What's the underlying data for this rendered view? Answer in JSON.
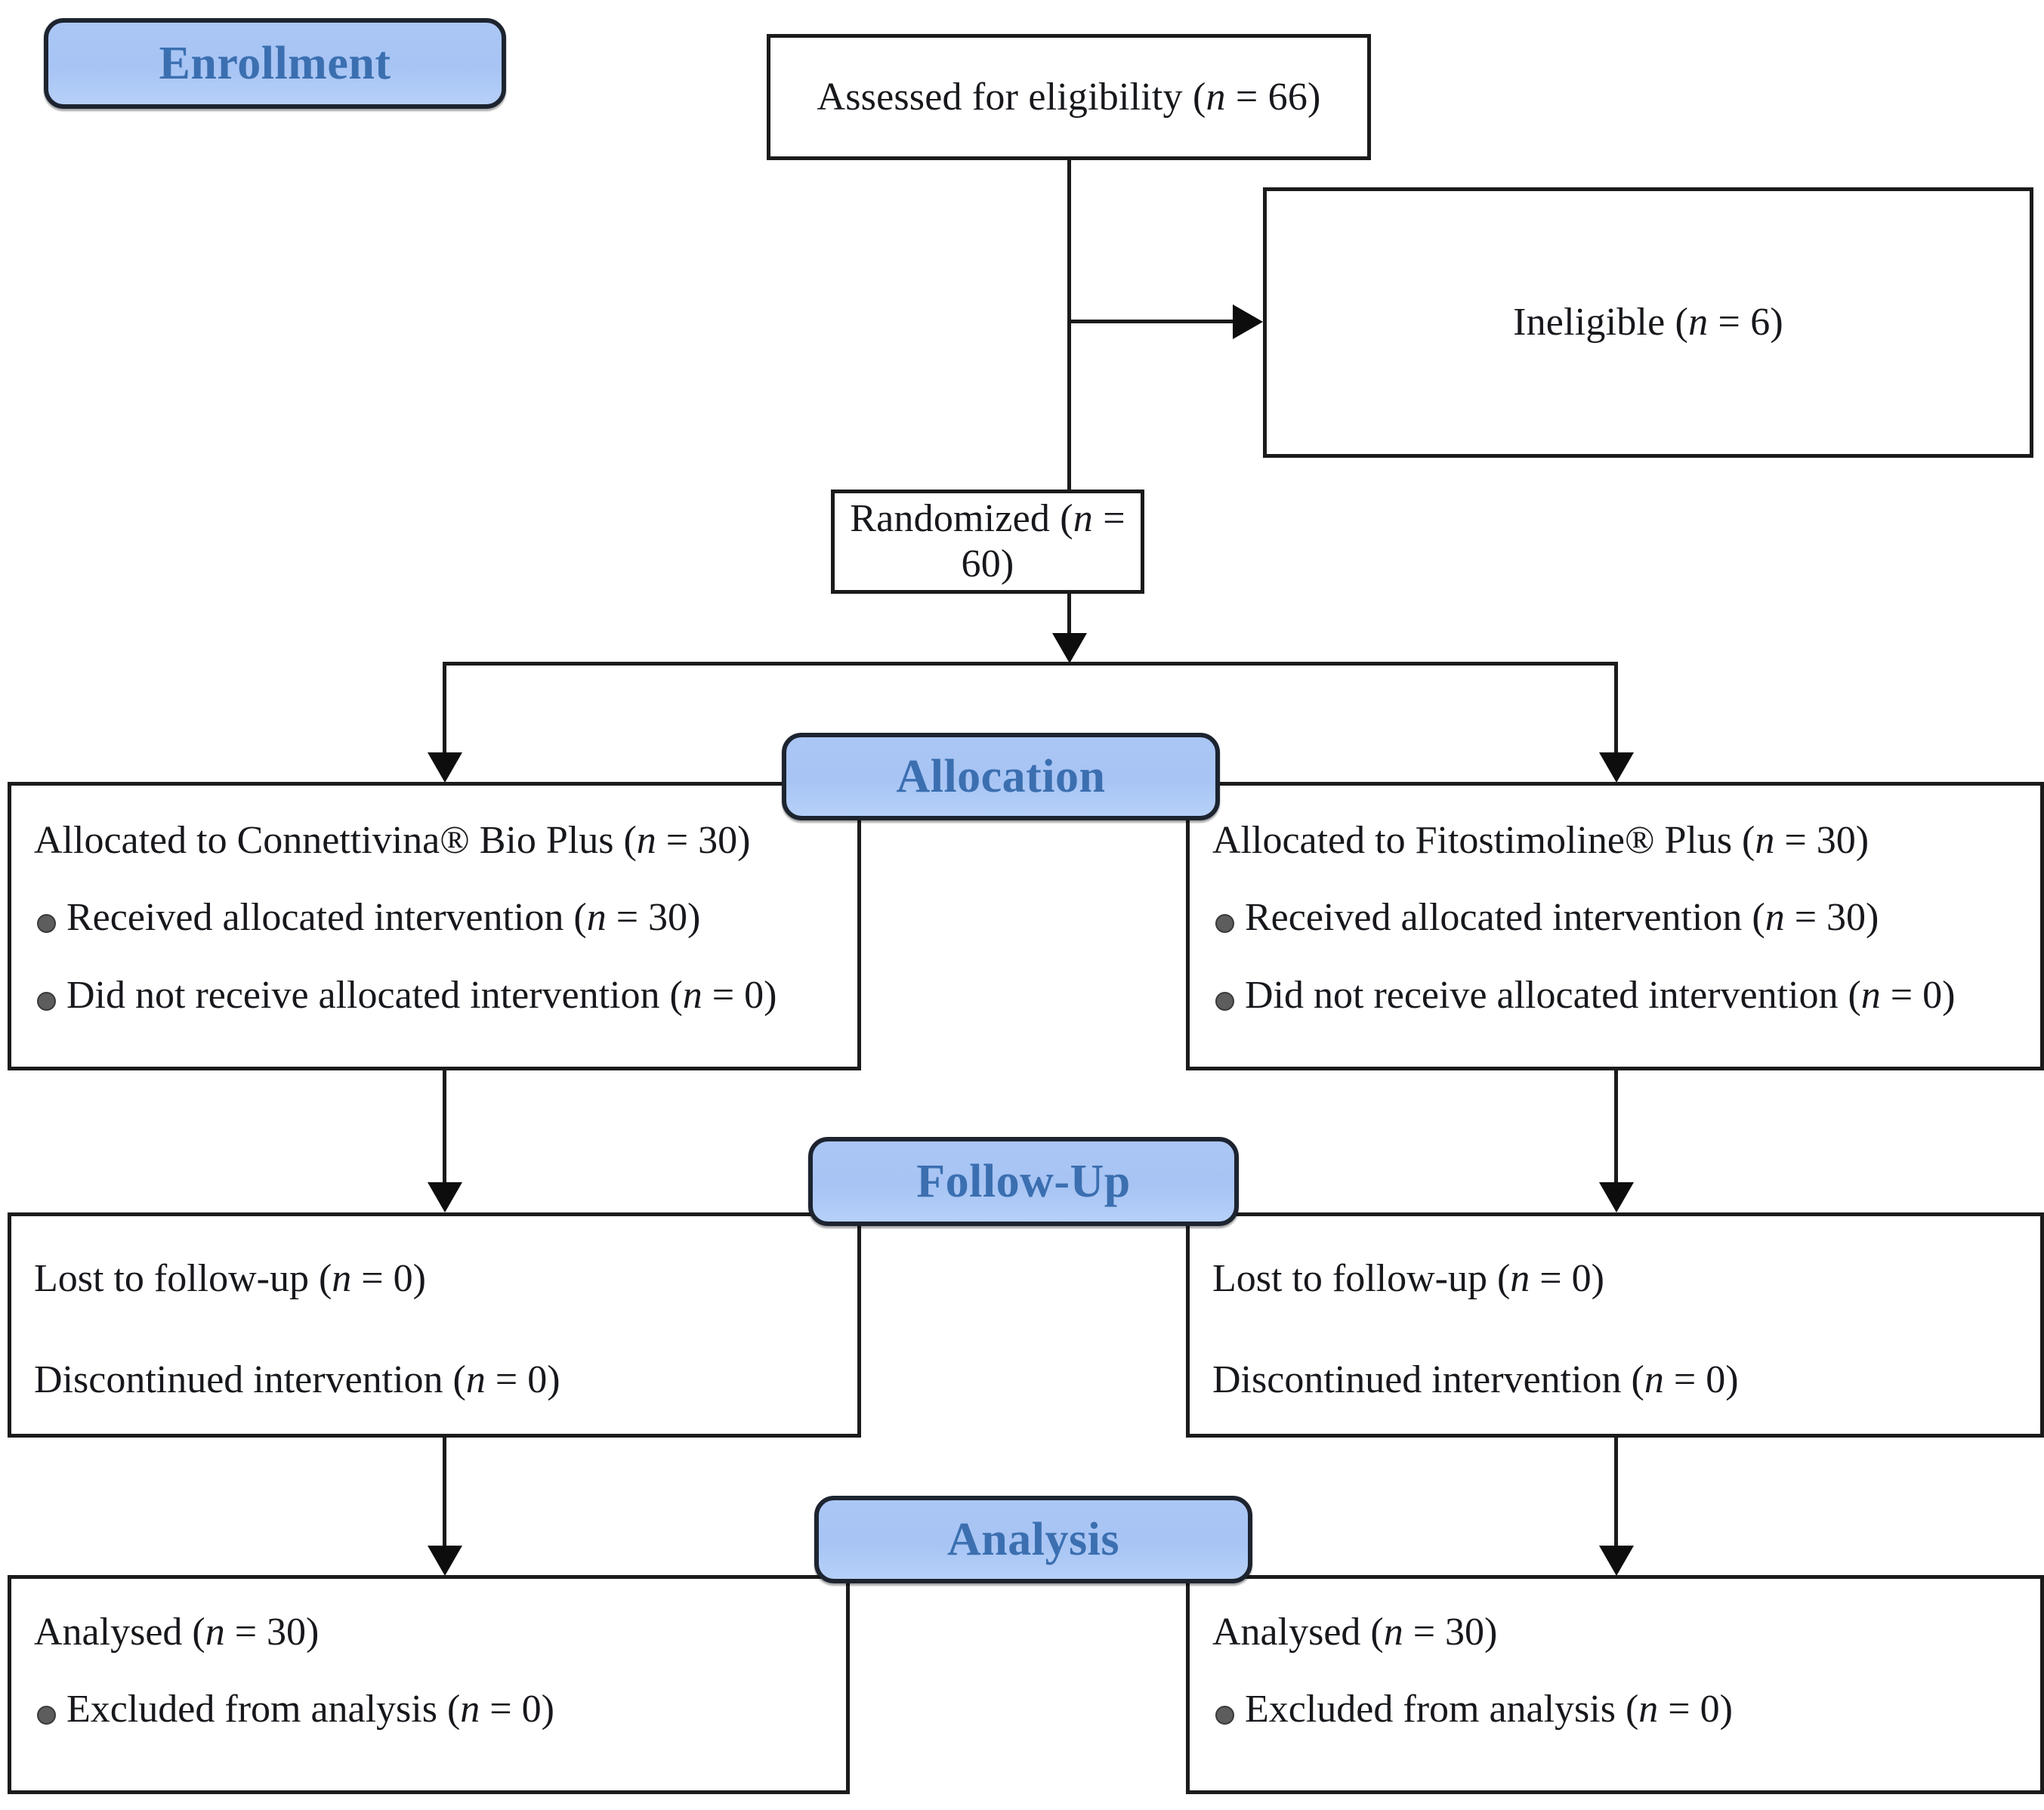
{
  "diagram": {
    "type": "CONSORT participant flow diagram",
    "stages": [
      {
        "id": "enrollment",
        "label": "Enrollment"
      },
      {
        "id": "allocation",
        "label": "Allocation"
      },
      {
        "id": "followup",
        "label": "Follow-Up"
      },
      {
        "id": "analysis",
        "label": "Analysis"
      }
    ],
    "colors": {
      "badge_fill": "#a9c5f4",
      "badge_border": "#1d2430",
      "badge_text": "#3b6fb0",
      "box_border": "#1b1b1b",
      "box_fill": "#ffffff",
      "text": "#16181c",
      "bullet": "#5d5d5d"
    },
    "nodes": {
      "assessed": {
        "text_pre": "Assessed for eligibility (",
        "italic": "n",
        "text_post": " = 66)",
        "n": 66
      },
      "ineligible": {
        "text_pre": "Ineligible (",
        "italic": "n",
        "text_post": " = 6)",
        "n": 6
      },
      "randomized": {
        "text_pre": "Randomized (",
        "italic": "n",
        "text_post": " = 60)",
        "n": 60
      },
      "alloc_left": {
        "lines": [
          {
            "bullet": false,
            "pre": "Allocated to Connettivina® Bio Plus (",
            "italic": "n",
            "post": " = 30)"
          },
          {
            "bullet": true,
            "pre": "Received allocated intervention (",
            "italic": "n",
            "post": " = 30)"
          },
          {
            "bullet": true,
            "pre": "Did not receive allocated intervention (",
            "italic": "n",
            "post": " = 0)"
          }
        ]
      },
      "alloc_right": {
        "lines": [
          {
            "bullet": false,
            "pre": "Allocated to Fitostimoline® Plus (",
            "italic": "n",
            "post": " = 30)"
          },
          {
            "bullet": true,
            "pre": "Received allocated intervention (",
            "italic": "n",
            "post": " = 30)"
          },
          {
            "bullet": true,
            "pre": "Did not receive allocated intervention (",
            "italic": "n",
            "post": " = 0)"
          }
        ]
      },
      "follow_left": {
        "lines": [
          {
            "bullet": false,
            "pre": "Lost to follow-up (",
            "italic": "n",
            "post": " = 0)"
          },
          {
            "bullet": false,
            "pre": "Discontinued intervention (",
            "italic": "n",
            "post": " = 0)"
          }
        ]
      },
      "follow_right": {
        "lines": [
          {
            "bullet": false,
            "pre": "Lost to follow-up (",
            "italic": "n",
            "post": " = 0)"
          },
          {
            "bullet": false,
            "pre": "Discontinued intervention (",
            "italic": "n",
            "post": " = 0)"
          }
        ]
      },
      "analysis_left": {
        "lines": [
          {
            "bullet": false,
            "pre": "Analysed (",
            "italic": "n",
            "post": " = 30)"
          },
          {
            "bullet": true,
            "pre": "Excluded from analysis (",
            "italic": "n",
            "post": " = 0)"
          }
        ]
      },
      "analysis_right": {
        "lines": [
          {
            "bullet": false,
            "pre": "Analysed (",
            "italic": "n",
            "post": " = 30)"
          },
          {
            "bullet": true,
            "pre": "Excluded from analysis (",
            "italic": "n",
            "post": " = 0)"
          }
        ]
      }
    }
  }
}
